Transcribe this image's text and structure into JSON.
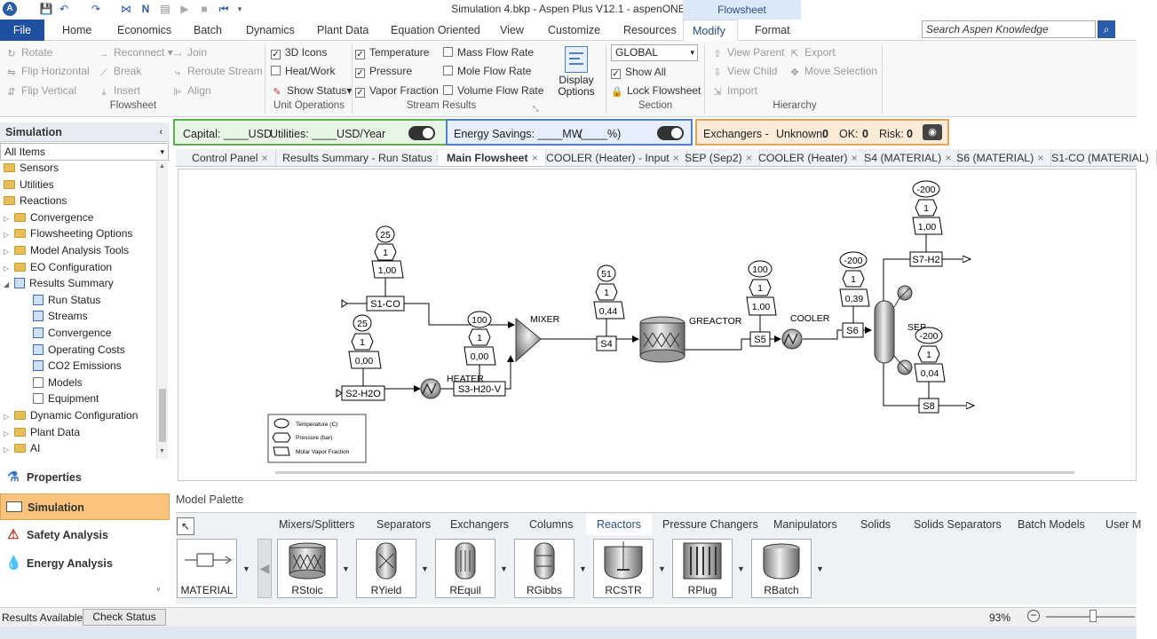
{
  "window": {
    "title": "Simulation 4.bkp - Aspen Plus V12.1 - aspenONE"
  },
  "context_tab": "Flowsheet",
  "menu": {
    "file": "File",
    "items": [
      "Home",
      "Economics",
      "Batch",
      "Dynamics",
      "Plant Data",
      "Equation Oriented",
      "View",
      "Customize",
      "Resources",
      "Modify",
      "Format"
    ],
    "active": "Modify"
  },
  "search": {
    "placeholder": "Search Aspen Knowledge"
  },
  "ribbon": {
    "flowsheet": {
      "label": "Flowsheet",
      "items": [
        "Rotate",
        "Flip Horizontal",
        "Flip Vertical",
        "Reconnect",
        "Break",
        "Insert",
        "Join",
        "Reroute Stream",
        "Align"
      ]
    },
    "unit_ops": {
      "label": "Unit Operations",
      "icons3d": "3D Icons",
      "heatwork": "Heat/Work",
      "showstatus": "Show Status"
    },
    "stream_results": {
      "label": "Stream Results",
      "temperature": "Temperature",
      "pressure": "Pressure",
      "vapor": "Vapor Fraction",
      "massflow": "Mass Flow Rate",
      "moleflow": "Mole Flow Rate",
      "volflow": "Volume Flow Rate",
      "display_options": "Display Options"
    },
    "section": {
      "label": "Section",
      "select": "GLOBAL",
      "showall": "Show All",
      "lock": "Lock Flowsheet"
    },
    "hierarchy": {
      "label": "Hierarchy",
      "viewparent": "View Parent",
      "viewchild": "View Child",
      "import": "Import",
      "export": "Export",
      "move": "Move Selection"
    }
  },
  "nav": {
    "header": "Simulation",
    "dropdown": "All Items",
    "tree": [
      {
        "label": "Sensors",
        "level": 1,
        "icon": "folder"
      },
      {
        "label": "Utilities",
        "level": 1,
        "icon": "folder"
      },
      {
        "label": "Reactions",
        "level": 1,
        "icon": "folder"
      },
      {
        "label": "Convergence",
        "level": 0,
        "icon": "folder",
        "arrow": "right"
      },
      {
        "label": "Flowsheeting Options",
        "level": 0,
        "icon": "folder",
        "arrow": "right"
      },
      {
        "label": "Model Analysis Tools",
        "level": 0,
        "icon": "folder",
        "arrow": "right"
      },
      {
        "label": "EO Configuration",
        "level": 0,
        "icon": "folder",
        "arrow": "right"
      },
      {
        "label": "Results Summary",
        "level": 0,
        "icon": "doc",
        "arrow": "down"
      },
      {
        "label": "Run Status",
        "level": 2,
        "icon": "doc"
      },
      {
        "label": "Streams",
        "level": 2,
        "icon": "doc"
      },
      {
        "label": "Convergence",
        "level": 2,
        "icon": "doc"
      },
      {
        "label": "Operating Costs",
        "level": 2,
        "icon": "doc"
      },
      {
        "label": "CO2 Emissions",
        "level": 2,
        "icon": "doc"
      },
      {
        "label": "Models",
        "level": 2,
        "icon": "check"
      },
      {
        "label": "Equipment",
        "level": 2,
        "icon": "check"
      },
      {
        "label": "Dynamic Configuration",
        "level": 0,
        "icon": "folder",
        "arrow": "right"
      },
      {
        "label": "Plant Data",
        "level": 0,
        "icon": "folder",
        "arrow": "right"
      },
      {
        "label": "AI",
        "level": 0,
        "icon": "folder",
        "arrow": "right"
      }
    ],
    "buttons": [
      "Properties",
      "Simulation",
      "Safety Analysis",
      "Energy Analysis"
    ],
    "active": "Simulation"
  },
  "kpi": {
    "capital": "Capital: ____USD",
    "utilities": "Utilities: ____USD/Year",
    "energy": "Energy Savings: ____MW",
    "energy_pct": "(____%)",
    "exchangers": "Exchangers -",
    "unknown": "Unknown:",
    "unknown_val": "0",
    "ok": "OK:",
    "ok_val": "0",
    "risk": "Risk:",
    "risk_val": "0"
  },
  "tabs": [
    "Control Panel",
    "Results Summary - Run Status",
    "Main Flowsheet",
    "COOLER (Heater) - Input",
    "SEP (Sep2)",
    "COOLER (Heater)",
    "S4 (MATERIAL)",
    "S6 (MATERIAL)",
    "S1-CO (MATERIAL)"
  ],
  "active_tab": "Main Flowsheet",
  "flowsheet": {
    "streams": {
      "s1": "S1-CO",
      "s2": "S2-H2O",
      "s3": "S3-H20-V",
      "s4": "S4",
      "s5": "S5",
      "s6": "S6",
      "s7": "S7-H2",
      "s8": "S8"
    },
    "blocks": {
      "mixer": "MIXER",
      "heater": "HEATER",
      "reactor": "GREACTOR",
      "cooler": "COOLER",
      "sep": "SEP"
    },
    "tags": {
      "s1": {
        "t": "25",
        "p": "1",
        "v": "1,00"
      },
      "s2": {
        "t": "25",
        "p": "1",
        "v": "0,00"
      },
      "s3": {
        "t": "100",
        "p": "1",
        "v": "0,00"
      },
      "s4": {
        "t": "51",
        "p": "1",
        "v": "0,44"
      },
      "s5": {
        "t": "100",
        "p": "1",
        "v": "1,00"
      },
      "s6": {
        "t": "-200",
        "p": "1",
        "v": "0,39"
      },
      "s7": {
        "t": "-200",
        "p": "1",
        "v": "1,00"
      },
      "s8": {
        "t": "-200",
        "p": "1",
        "v": "0,04"
      }
    },
    "legend": {
      "t": "Temperature (C)",
      "p": "Pressure (bar)",
      "v": "Molar Vapor Fraction"
    }
  },
  "palette": {
    "label": "Model Palette",
    "tabs": [
      "Mixers/Splitters",
      "Separators",
      "Exchangers",
      "Columns",
      "Reactors",
      "Pressure Changers",
      "Manipulators",
      "Solids",
      "Solids Separators",
      "Batch Models",
      "User M"
    ],
    "active": "Reactors",
    "material": "MATERIAL",
    "items": [
      "RStoic",
      "RYield",
      "REquil",
      "RGibbs",
      "RCSTR",
      "RPlug",
      "RBatch"
    ]
  },
  "status": {
    "left": "Results Available",
    "check": "Check Status",
    "zoom": "93%"
  }
}
